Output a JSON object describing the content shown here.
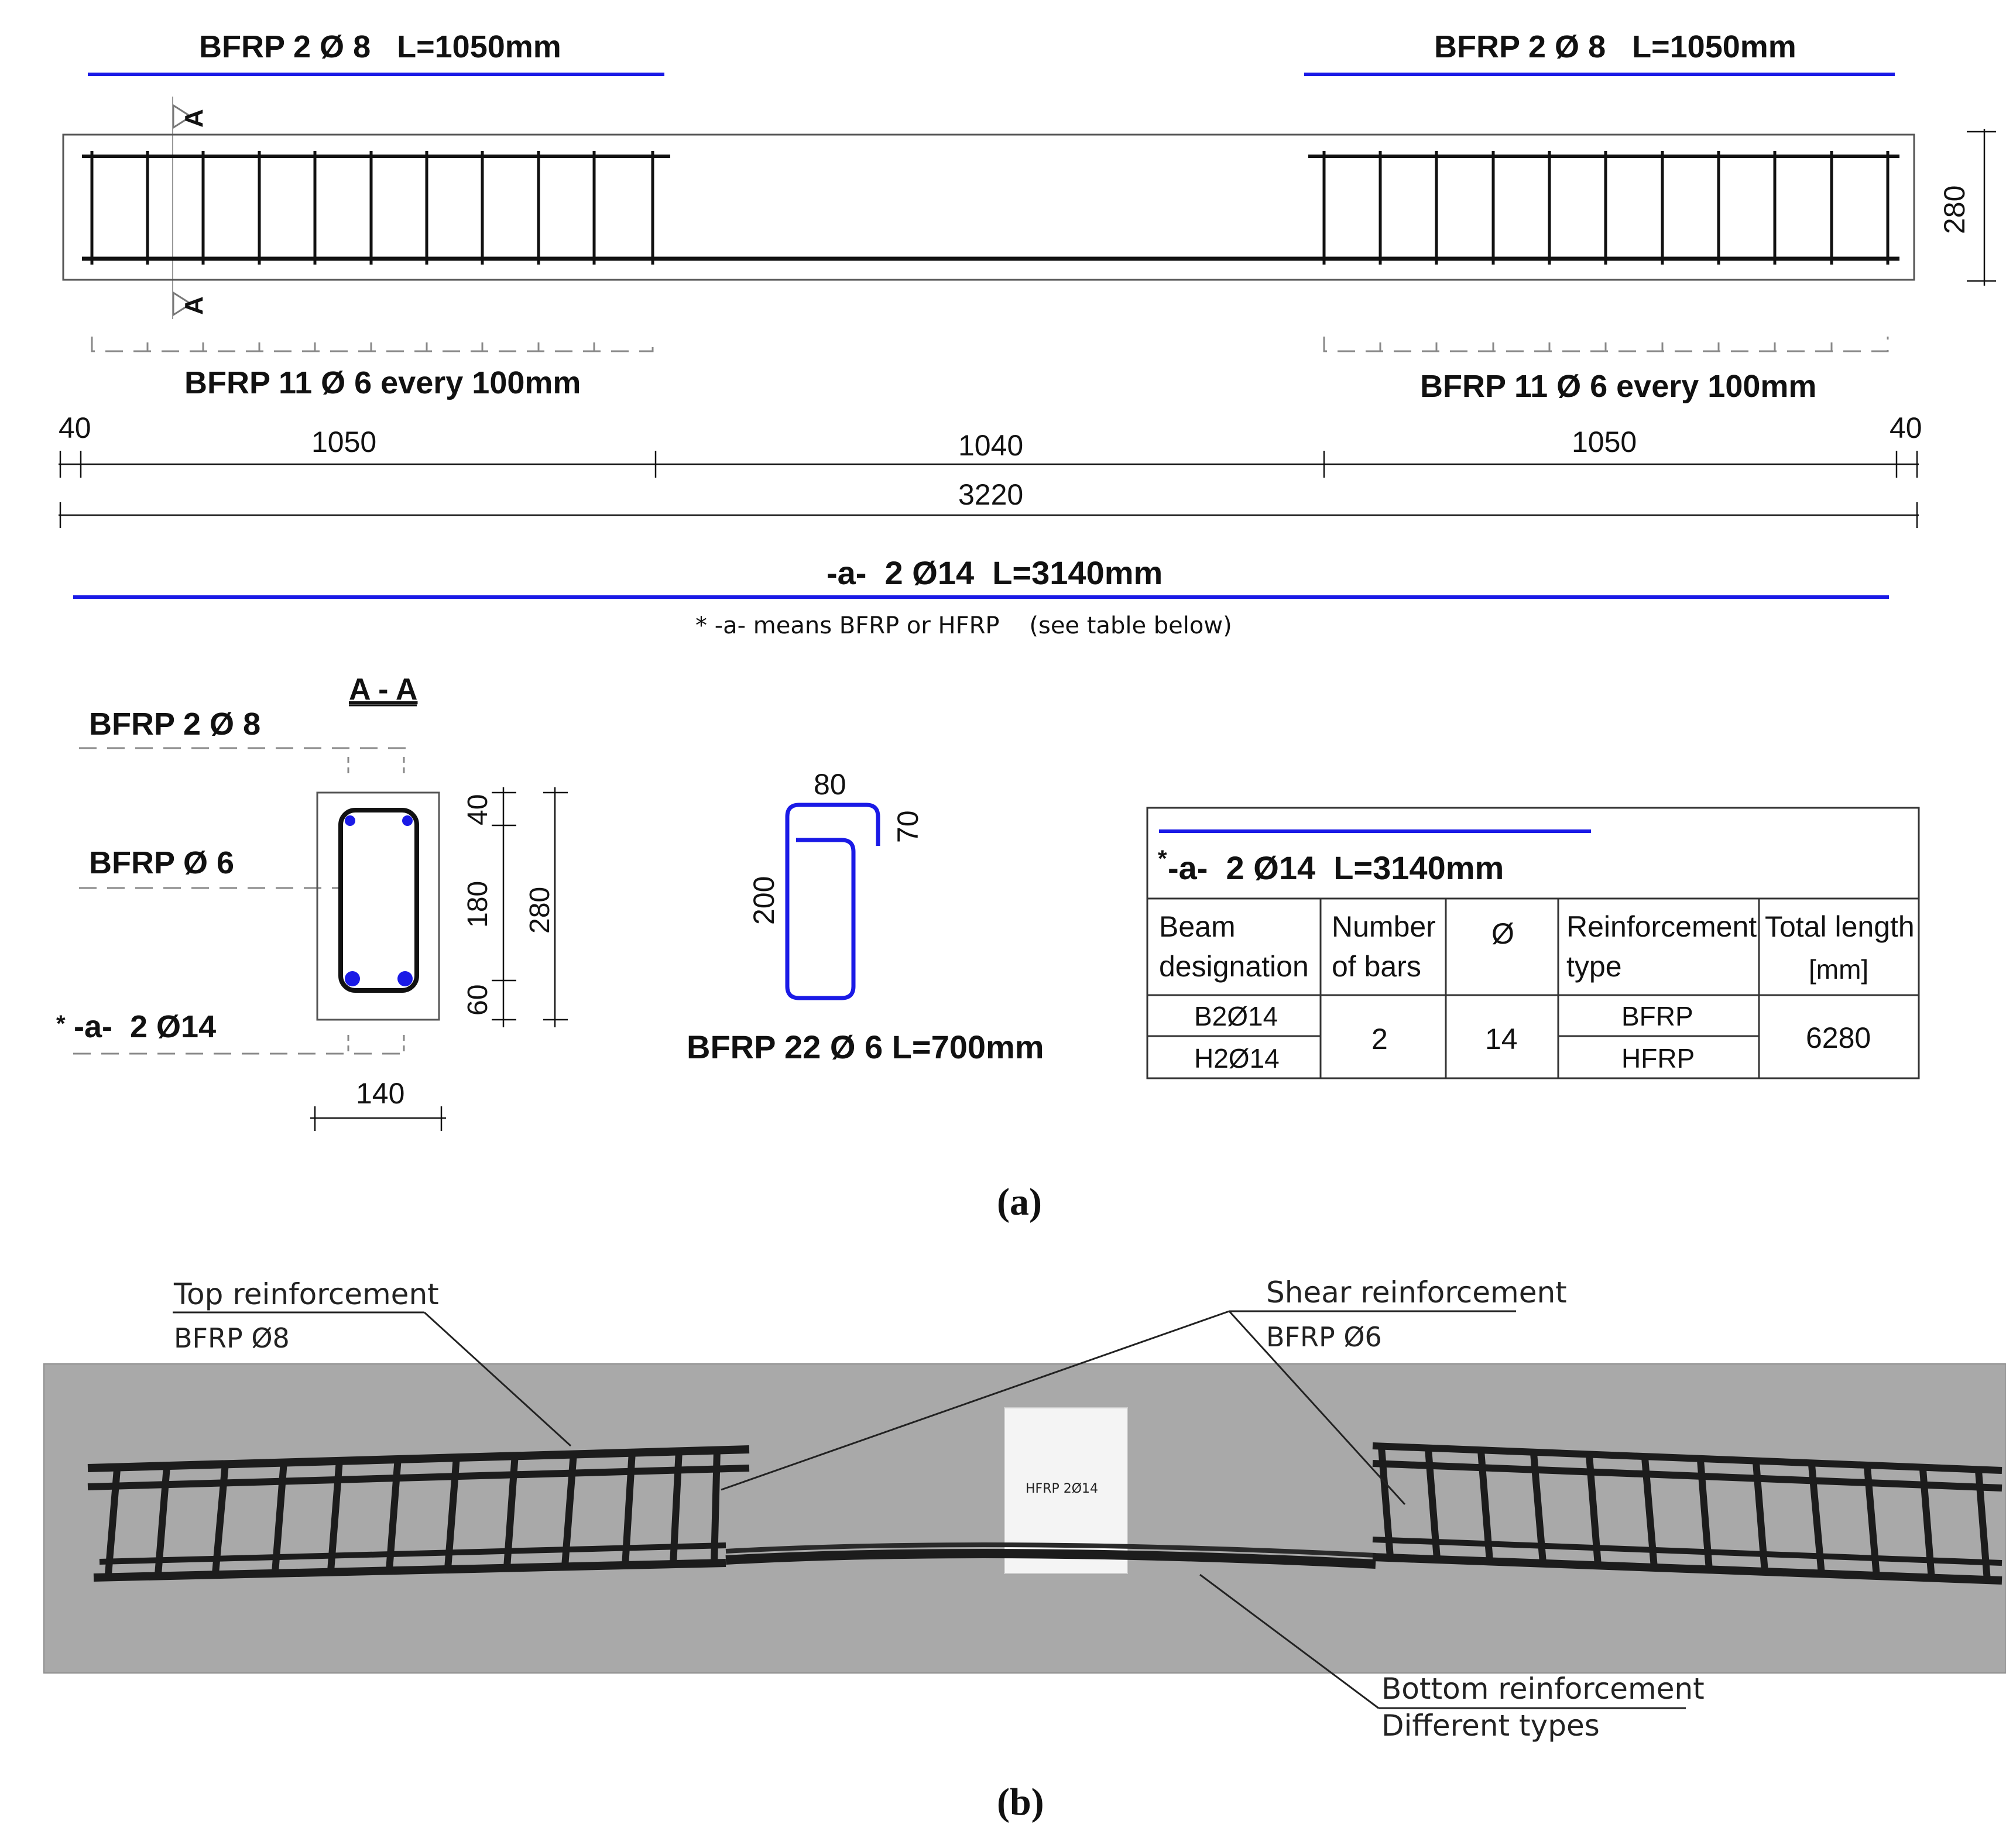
{
  "elevation": {
    "top_bar_left": "BFRP 2 Ø 8   L=1050mm",
    "top_bar_right": "BFRP 2 Ø 8   L=1050mm",
    "section_mark": "A",
    "height_dim": "280",
    "stirrups_left": "BFRP 11 Ø 6 every 100mm",
    "stirrups_right": "BFRP 11 Ø 6 every 100mm",
    "dims": {
      "end_left": "40",
      "zone_left": "1050",
      "zone_mid": "1040",
      "zone_right": "1050",
      "end_right": "40",
      "total": "3220"
    },
    "bottom_bar": "-a-  2 Ø14  L=3140mm",
    "footnote": "* -a- means BFRP or HFRP    (see table below)"
  },
  "section": {
    "title": "A - A",
    "top_label": "BFRP 2 Ø 8",
    "stirrup_label": "BFRP Ø 6",
    "bottom_label_star": "*",
    "bottom_label": "-a-  2 Ø14",
    "dims": {
      "top": "40",
      "mid": "180",
      "bottom": "60",
      "height": "280",
      "width": "140"
    }
  },
  "stirrup": {
    "dim_top": "80",
    "dim_hook": "70",
    "dim_height": "200",
    "label": "BFRP 22 Ø 6 L=700mm"
  },
  "table": {
    "title_star": "*",
    "title": "-a-  2 Ø14  L=3140mm",
    "headers": [
      [
        "Beam",
        "designation"
      ],
      [
        "Number",
        "of bars"
      ],
      [
        "Ø"
      ],
      [
        "Reinforcement",
        "type"
      ],
      [
        "Total length",
        "[mm]"
      ]
    ],
    "rows": [
      {
        "designation": "B2Ø14",
        "type": "BFRP"
      },
      {
        "designation": "H2Ø14",
        "type": "HFRP"
      }
    ],
    "number_of_bars": "2",
    "diameter": "14",
    "total_length": "6280"
  },
  "caption_a": "(a)",
  "photo": {
    "top_label": "Top reinforcement",
    "top_sub": "BFRP Ø8",
    "shear_label": "Shear reinforcement",
    "shear_sub": "BFRP Ø6",
    "bottom_label": "Bottom reinforcement",
    "bottom_sub": "Different types",
    "sign": "HFRP 2Ø14"
  },
  "caption_b": "(b)",
  "colors": {
    "bar_blue": "#1a1ae6",
    "line": "#111111",
    "photo_bg": "#a9a9a9"
  }
}
